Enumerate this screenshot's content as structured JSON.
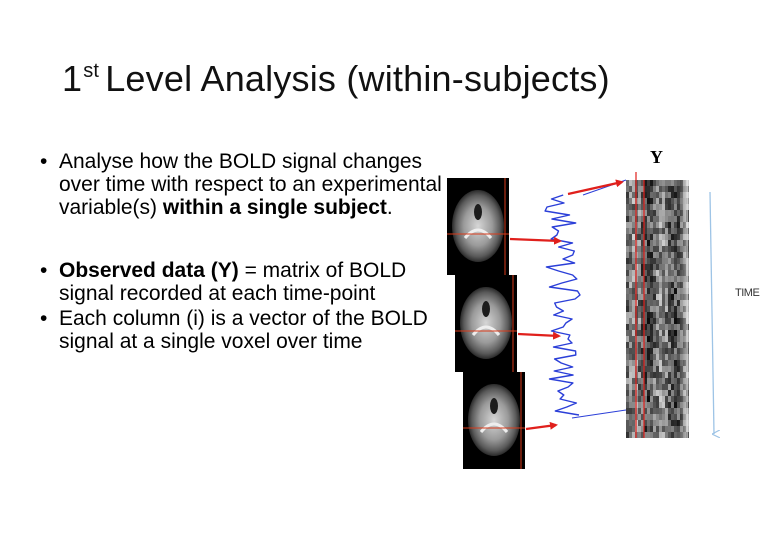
{
  "slide": {
    "title_prefix": "1",
    "title_superscript": "st",
    "title_rest": "Level Analysis (within-subjects)"
  },
  "bullets": [
    {
      "text_before": "Analyse how the BOLD signal changes over time with respect to an experimental variable(s) ",
      "bold": "within a single subject",
      "text_after": "."
    },
    {
      "bold": "Observed data (Y)",
      "text_after": " = matrix of BOLD signal recorded at each time-point"
    },
    {
      "text": "Each column (i) is a vector of the BOLD signal at a single voxel over time"
    }
  ],
  "figure": {
    "y_label": "Y",
    "time_label": "TIME",
    "colors": {
      "arrow": "#e0201c",
      "signal": "#2b3fd8",
      "time_axis": "#9ec4e6",
      "crosshair": "#d83a1a"
    }
  }
}
